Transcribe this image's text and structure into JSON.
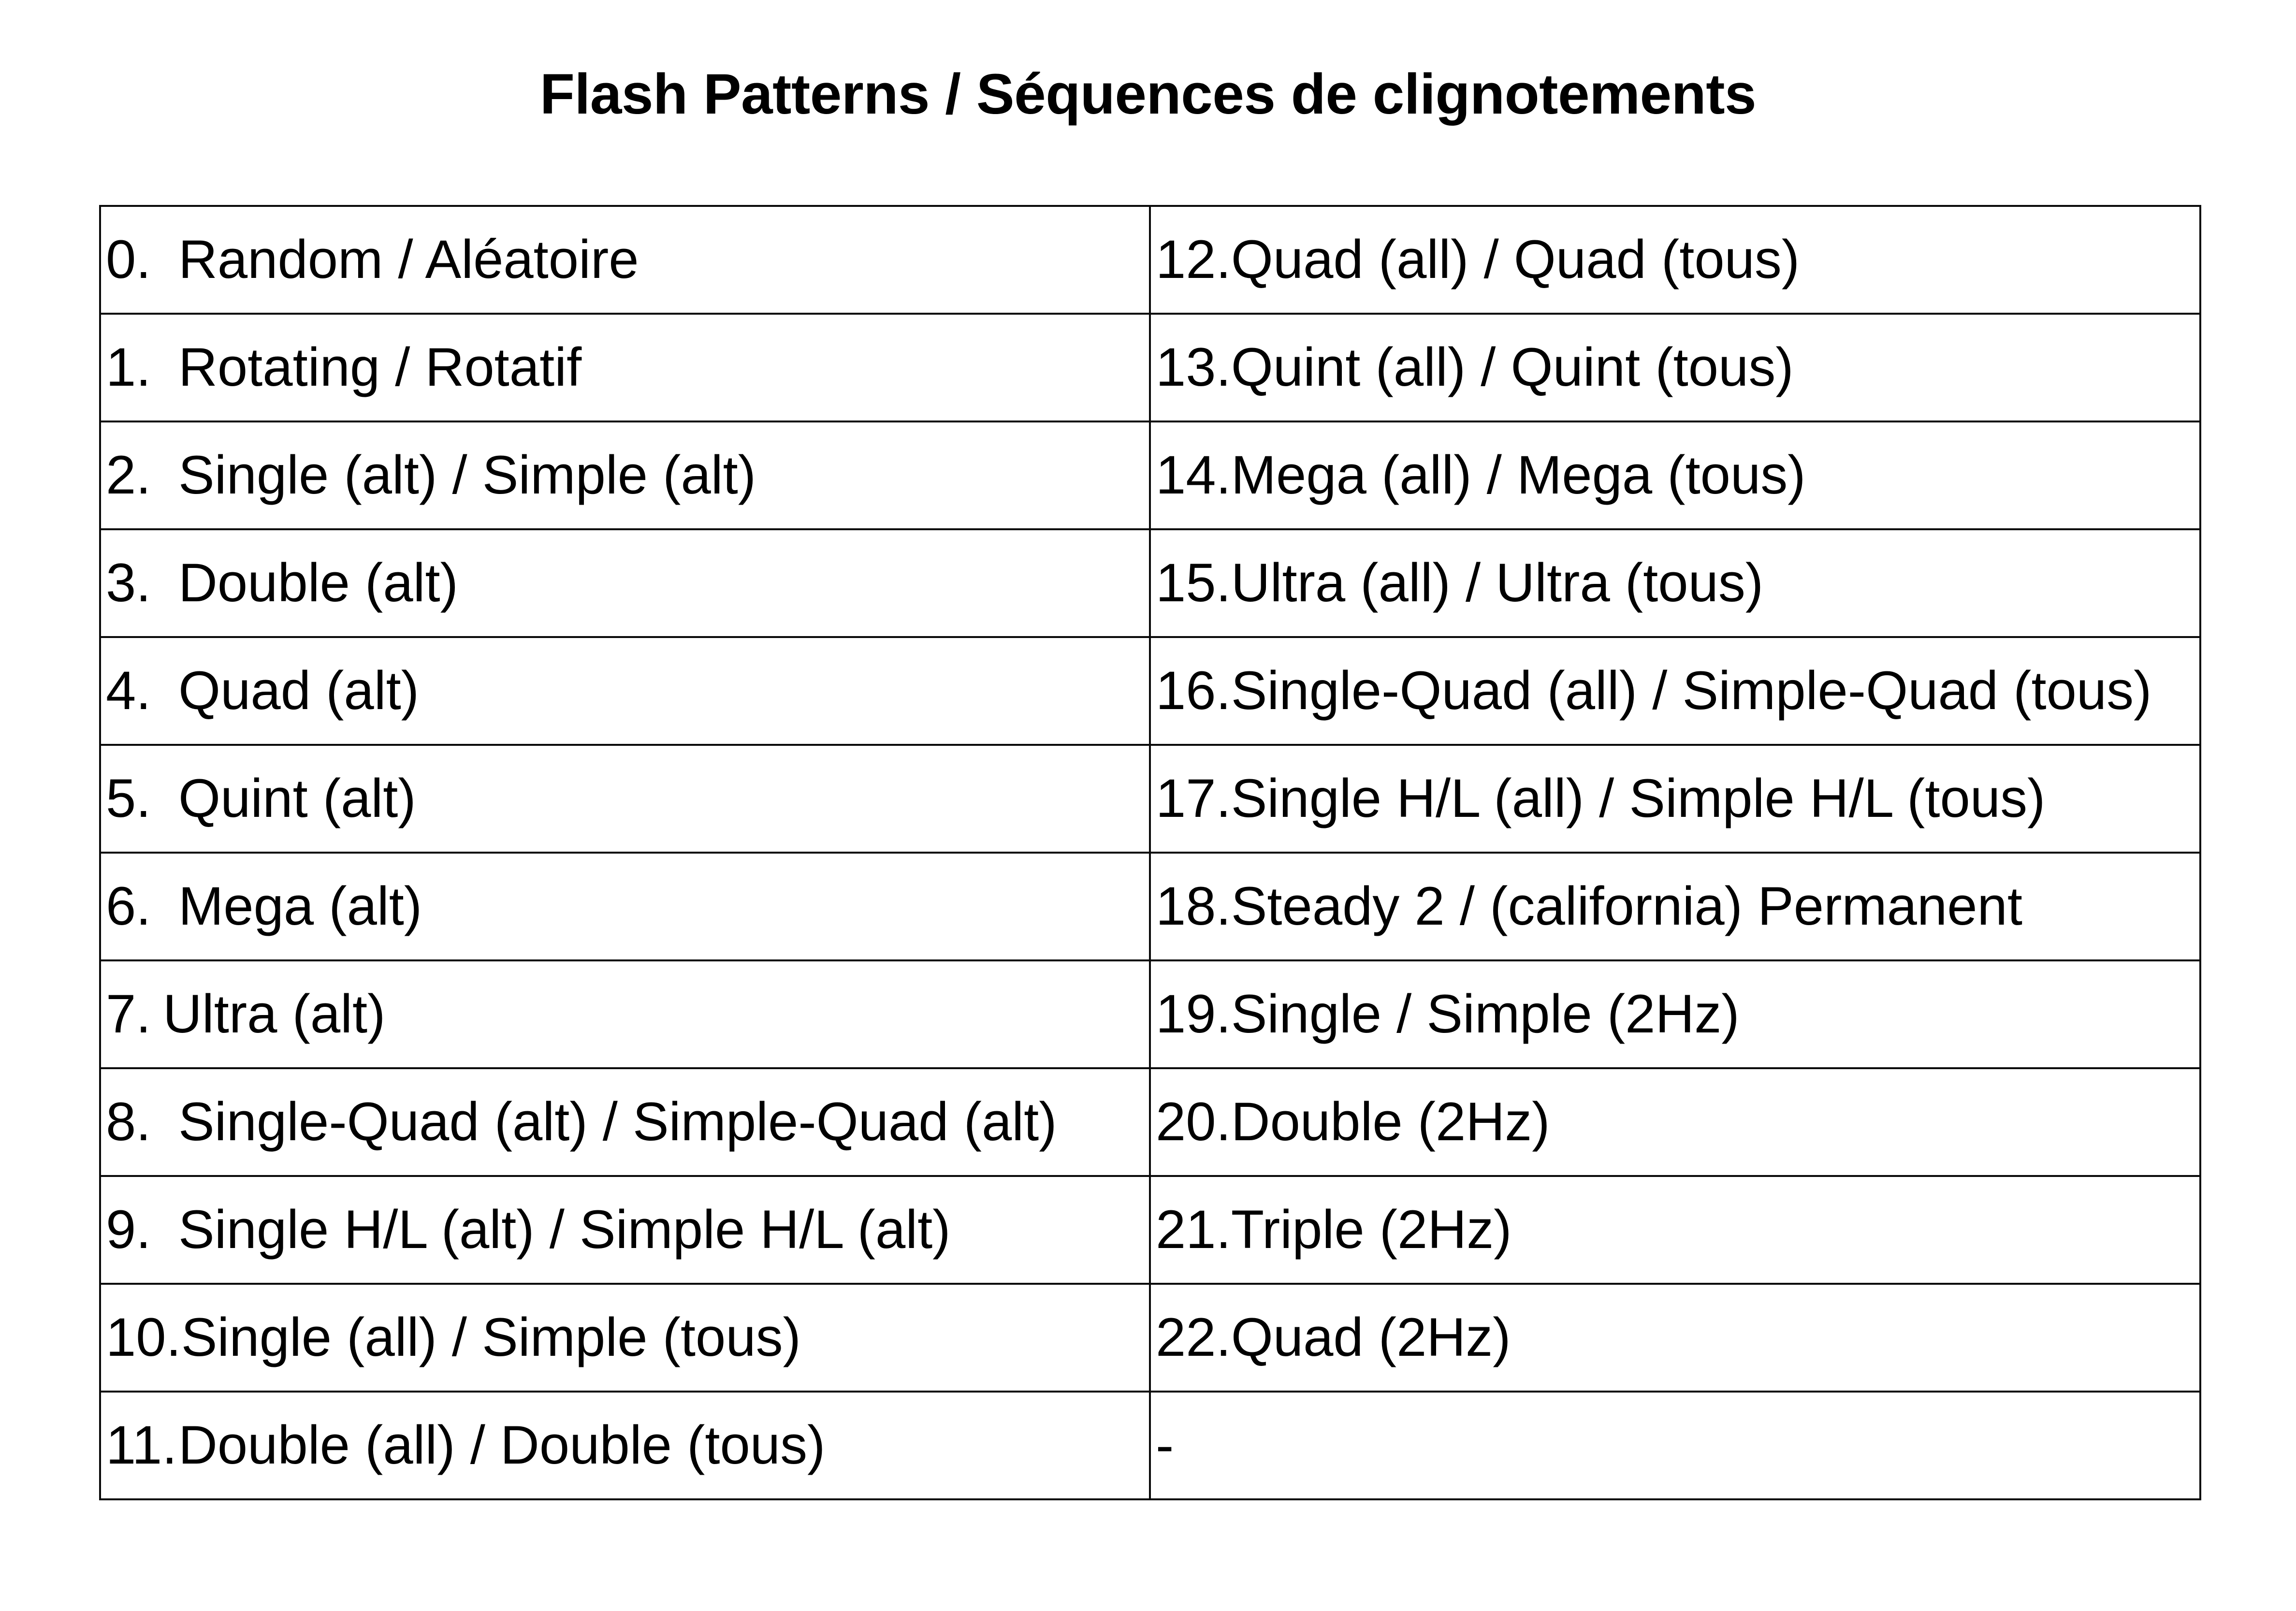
{
  "document": {
    "title": "Flash Patterns / Séquences de clignotements"
  },
  "table": {
    "columns": 2,
    "rows": [
      {
        "left": {
          "num": "0.",
          "label": "Random / Aléatoire"
        },
        "right": {
          "num": "12.",
          "label": "Quad (all) / Quad (tous)"
        }
      },
      {
        "left": {
          "num": "1.",
          "label": "Rotating / Rotatif"
        },
        "right": {
          "num": "13.",
          "label": "Quint (all) / Quint (tous)"
        }
      },
      {
        "left": {
          "num": "2.",
          "label": "Single (alt) / Simple (alt)"
        },
        "right": {
          "num": "14.",
          "label": "Mega (all) / Mega (tous)"
        }
      },
      {
        "left": {
          "num": "3.",
          "label": "Double (alt)"
        },
        "right": {
          "num": "15.",
          "label": "Ultra (all) / Ultra (tous)"
        }
      },
      {
        "left": {
          "num": "4.",
          "label": "Quad (alt)"
        },
        "right": {
          "num": "16.",
          "label": "Single-Quad (all) / Simple-Quad (tous)"
        }
      },
      {
        "left": {
          "num": "5.",
          "label": "Quint (alt)"
        },
        "right": {
          "num": "17.",
          "label": "Single H/L (all) / Simple H/L (tous)"
        }
      },
      {
        "left": {
          "num": "6.",
          "label": "Mega (alt)"
        },
        "right": {
          "num": "18.",
          "label": "Steady 2 / (california) Permanent"
        }
      },
      {
        "left": {
          "num": "7.",
          "label": "Ultra (alt)"
        },
        "right": {
          "num": "19.",
          "label": "Single / Simple (2Hz)"
        }
      },
      {
        "left": {
          "num": "8.",
          "label": "Single-Quad (alt) / Simple-Quad (alt)"
        },
        "right": {
          "num": "20.",
          "label": "Double (2Hz)"
        }
      },
      {
        "left": {
          "num": "9.",
          "label": "Single H/L (alt) / Simple H/L (alt)"
        },
        "right": {
          "num": "21.",
          "label": "Triple (2Hz)"
        }
      },
      {
        "left": {
          "num": "10.",
          "label": "Single (all) / Simple (tous)"
        },
        "right": {
          "num": "22.",
          "label": "Quad (2Hz)"
        }
      },
      {
        "left": {
          "num": "11.",
          "label": "Double (all) / Double (tous)"
        },
        "right": {
          "num": "-",
          "label": ""
        }
      }
    ]
  },
  "style": {
    "border_color": "#0a0a0a",
    "text_color": "#000000",
    "background": "#ffffff"
  }
}
